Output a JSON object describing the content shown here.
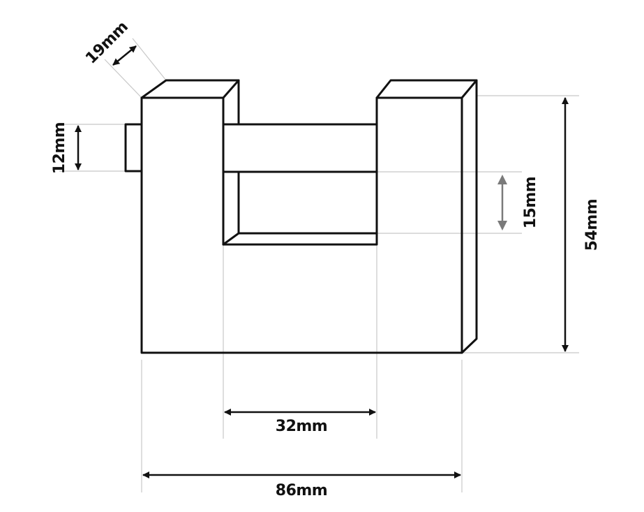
{
  "colors": {
    "outline": "#111111",
    "guide": "#c8c8c8",
    "arrow": "#111111",
    "arrow_muted": "#7a7a7a",
    "label": "#111111"
  },
  "dimensions": {
    "depth": "19mm",
    "shackle_diameter": "12mm",
    "inner_height": "15mm",
    "overall_height": "54mm",
    "inner_width": "32mm",
    "overall_width": "86mm"
  }
}
